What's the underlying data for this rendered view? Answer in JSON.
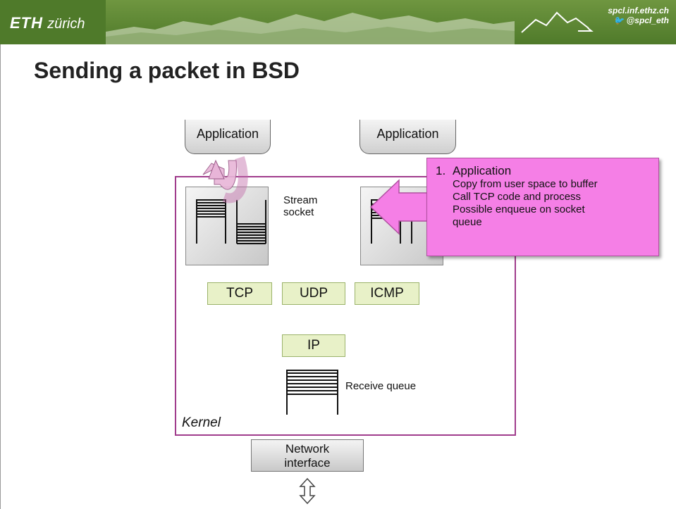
{
  "header": {
    "logo_bold": "ETH",
    "logo_rest": "zürich",
    "site_url": "spcl.inf.ethz.ch",
    "twitter": "@spcl_eth",
    "twitter_icon": "twitter-bird-icon"
  },
  "slide": {
    "title": "Sending a packet in BSD"
  },
  "diagram": {
    "applications": [
      "Application",
      "Application"
    ],
    "socket_label_1": "Stream",
    "socket_label_2": "socket",
    "protocols": [
      "TCP",
      "UDP",
      "ICMP"
    ],
    "ip": "IP",
    "receive_queue": "Receive queue",
    "kernel": "Kernel",
    "nic_line1": "Network",
    "nic_line2": "interface",
    "colors": {
      "kernel_border": "#a03c8c",
      "callout_fill": "#f57fe6",
      "protocol_fill": "#e8f1c8",
      "arrow_fill": "#e8b5d8"
    }
  },
  "callout": {
    "number": "1.",
    "heading": "Application",
    "lines": [
      "Copy from user space to buffer",
      "Call TCP code and process",
      "Possible enqueue on socket",
      "queue"
    ]
  }
}
